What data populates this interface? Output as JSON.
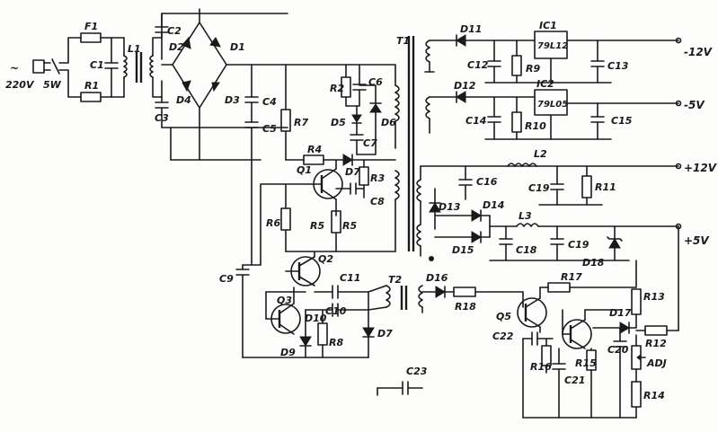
{
  "input": {
    "voltage": "220V",
    "power": "5W",
    "symbol": "~"
  },
  "labels": {
    "F1": "F1",
    "R1": "R1",
    "C1": "C1",
    "L1": "L1",
    "C2": "C2",
    "C3": "C3",
    "D1": "D1",
    "D2": "D2",
    "D3": "D3",
    "D4": "D4",
    "C4": "C4",
    "C5": "C5",
    "R7": "R7",
    "R2": "R2",
    "C6": "C6",
    "D5": "D5",
    "C7": "C7",
    "D6": "D6",
    "R4": "R4",
    "Q1": "Q1",
    "D7": "D7",
    "R3": "R3",
    "C8": "C8",
    "R6": "R6",
    "R5": "R5",
    "R5b": "R5",
    "Q2": "Q2",
    "C9": "C9",
    "C11": "C11",
    "C10": "C10",
    "Q3": "Q3",
    "D10": "D10",
    "D9": "D9",
    "R8": "R8",
    "D7b": "D7",
    "T1": "T1",
    "T2": "T2",
    "D11": "D11",
    "C12": "C12",
    "R9": "R9",
    "IC1": "IC1",
    "IC1_part": "79L12",
    "C13": "C13",
    "D12": "D12",
    "IC2": "IC2",
    "IC2_part": "79L05",
    "C14": "C14",
    "R10": "R10",
    "C15": "C15",
    "L2": "L2",
    "C16": "C16",
    "C19a": "C19",
    "R11": "R11",
    "D13": "D13",
    "D14": "D14",
    "L3": "L3",
    "D15": "D15",
    "C18": "C18",
    "C19b": "C19",
    "D18": "D18",
    "D16": "D16",
    "R18": "R18",
    "R17": "R17",
    "Q5": "Q5",
    "C22": "C22",
    "D17": "D17",
    "R13": "R13",
    "C20": "C20",
    "R12": "R12",
    "R16": "R16",
    "R15": "R15",
    "C21": "C21",
    "ADJ": "ADJ",
    "R14": "R14",
    "C23": "C23"
  },
  "outputs": {
    "neg12": "-12V",
    "neg5": "-5V",
    "pos12": "+12V",
    "pos5": "+5V"
  }
}
